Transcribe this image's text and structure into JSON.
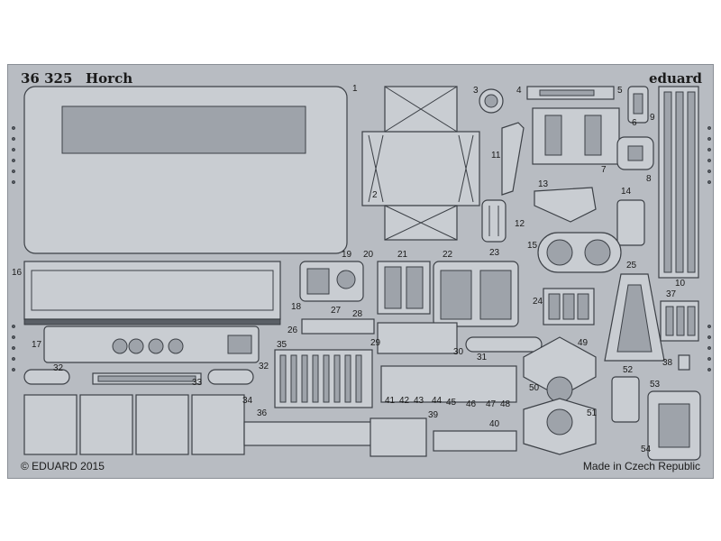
{
  "header": {
    "kit_number": "36 325",
    "kit_name": "Horch",
    "brand": "eduard"
  },
  "footer": {
    "copyright": "© EDUARD 2015",
    "origin": "Made in Czech Republic"
  },
  "part_numbers": [
    "1",
    "2",
    "3",
    "4",
    "5",
    "6",
    "7",
    "8",
    "9",
    "10",
    "11",
    "12",
    "13",
    "14",
    "15",
    "16",
    "17",
    "18",
    "19",
    "20",
    "21",
    "22",
    "23",
    "24",
    "25",
    "26",
    "27",
    "28",
    "29",
    "30",
    "31",
    "32",
    "32",
    "33",
    "34",
    "35",
    "36",
    "37",
    "38",
    "39",
    "40",
    "41",
    "42",
    "43",
    "44",
    "45",
    "46",
    "47",
    "48",
    "49",
    "50",
    "51",
    "52",
    "53",
    "54"
  ]
}
